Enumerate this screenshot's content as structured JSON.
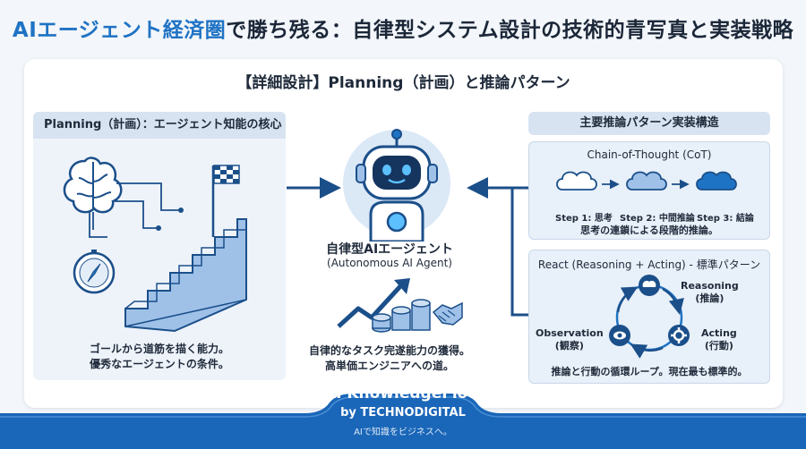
{
  "title": {
    "accent": "AIエージェント経済圏",
    "rest": "で勝ち残る：自律型システム設計の技術的青写真と実装戦略"
  },
  "subtitle": "【詳細設計】Planning（計画）と推論パターン",
  "left": {
    "header": "Planning（計画）：エージェント知能の核心",
    "caption_line1": "ゴールから道筋を描く能力。",
    "caption_line2": "優秀なエージェントの条件。"
  },
  "center": {
    "agent_name": "自律型AIエージェント",
    "agent_sub": "(Autonomous AI Agent)",
    "caption_line1": "自律的なタスク完遂能力の獲得。",
    "caption_line2": "高単価エンジニアへの道。"
  },
  "right": {
    "header": "主要推論パターン実装構造",
    "cot": {
      "title": "Chain-of-Thought (CoT)",
      "steps": [
        "Step 1: 思考",
        "Step 2: 中間推論",
        "Step 3: 結論"
      ],
      "caption": "思考の連鎖による段階的推論。"
    },
    "react": {
      "title": "React (Reasoning + Acting) - 標準パターン",
      "reasoning": "Reasoning",
      "reasoning_jp": "(推論)",
      "acting": "Acting",
      "acting_jp": "(行動)",
      "observation": "Observation",
      "observation_jp": "(観察)",
      "caption": "推論と行動の循環ループ。現在最も標準的。"
    }
  },
  "footer": {
    "brand": "AI KnowledgeFlow",
    "by": "by TECHNODIGITAL",
    "tagline": "AIで知識をビジネスへ。"
  },
  "colors": {
    "accent": "#1f73c4",
    "dark_blue": "#1b4f8a",
    "panel": "#eef3fa",
    "footer": "#1a66b8"
  }
}
